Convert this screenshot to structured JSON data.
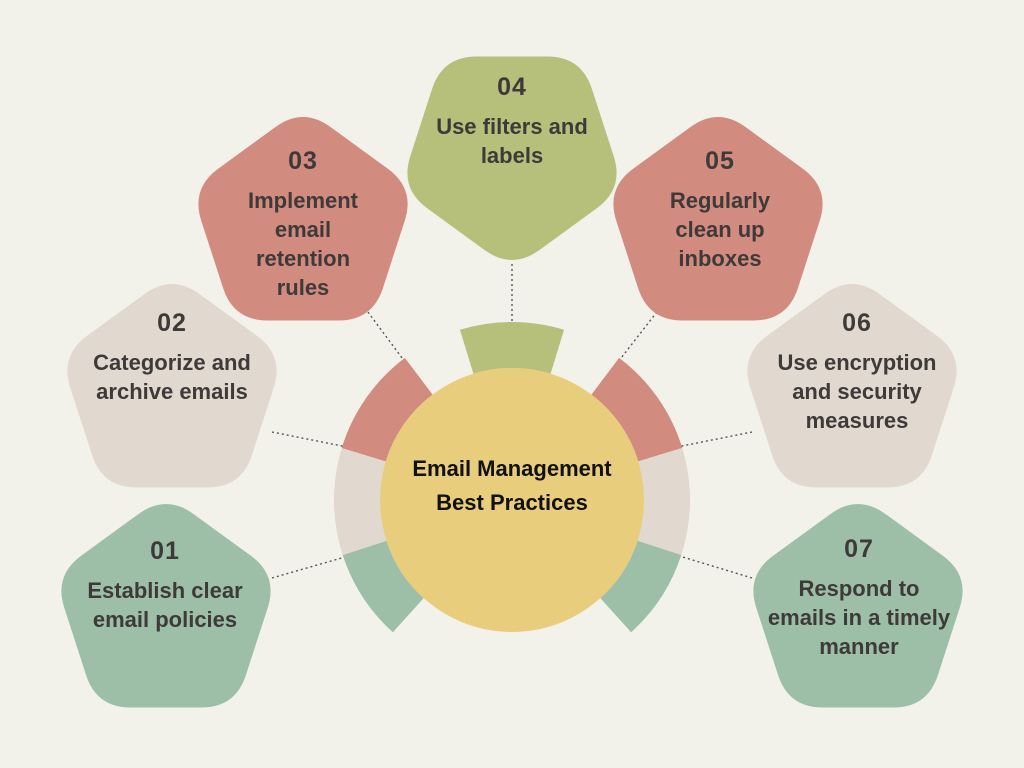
{
  "title": "Email Management Best Practices",
  "colors": {
    "background": "#f2f2eb",
    "green": "#9dbfa8",
    "beige": "#e1d8cf",
    "red": "#d28b7f",
    "olive": "#b7c07a",
    "center": "#e8cd7d",
    "text": "#3d3a39"
  },
  "items": [
    {
      "number": "01",
      "label": "Establish clear email policies",
      "color": "#9dbfa8"
    },
    {
      "number": "02",
      "label": "Categorize and archive emails",
      "color": "#e1d8cf"
    },
    {
      "number": "03",
      "label": "Implement email retention rules",
      "color": "#d28b7f"
    },
    {
      "number": "04",
      "label": "Use filters and labels",
      "color": "#b7c07a"
    },
    {
      "number": "05",
      "label": "Regularly clean up inboxes",
      "color": "#d28b7f"
    },
    {
      "number": "06",
      "label": "Use encryption and security measures",
      "color": "#e1d8cf"
    },
    {
      "number": "07",
      "label": "Respond to emails in a timely manner",
      "color": "#9dbfa8"
    }
  ]
}
